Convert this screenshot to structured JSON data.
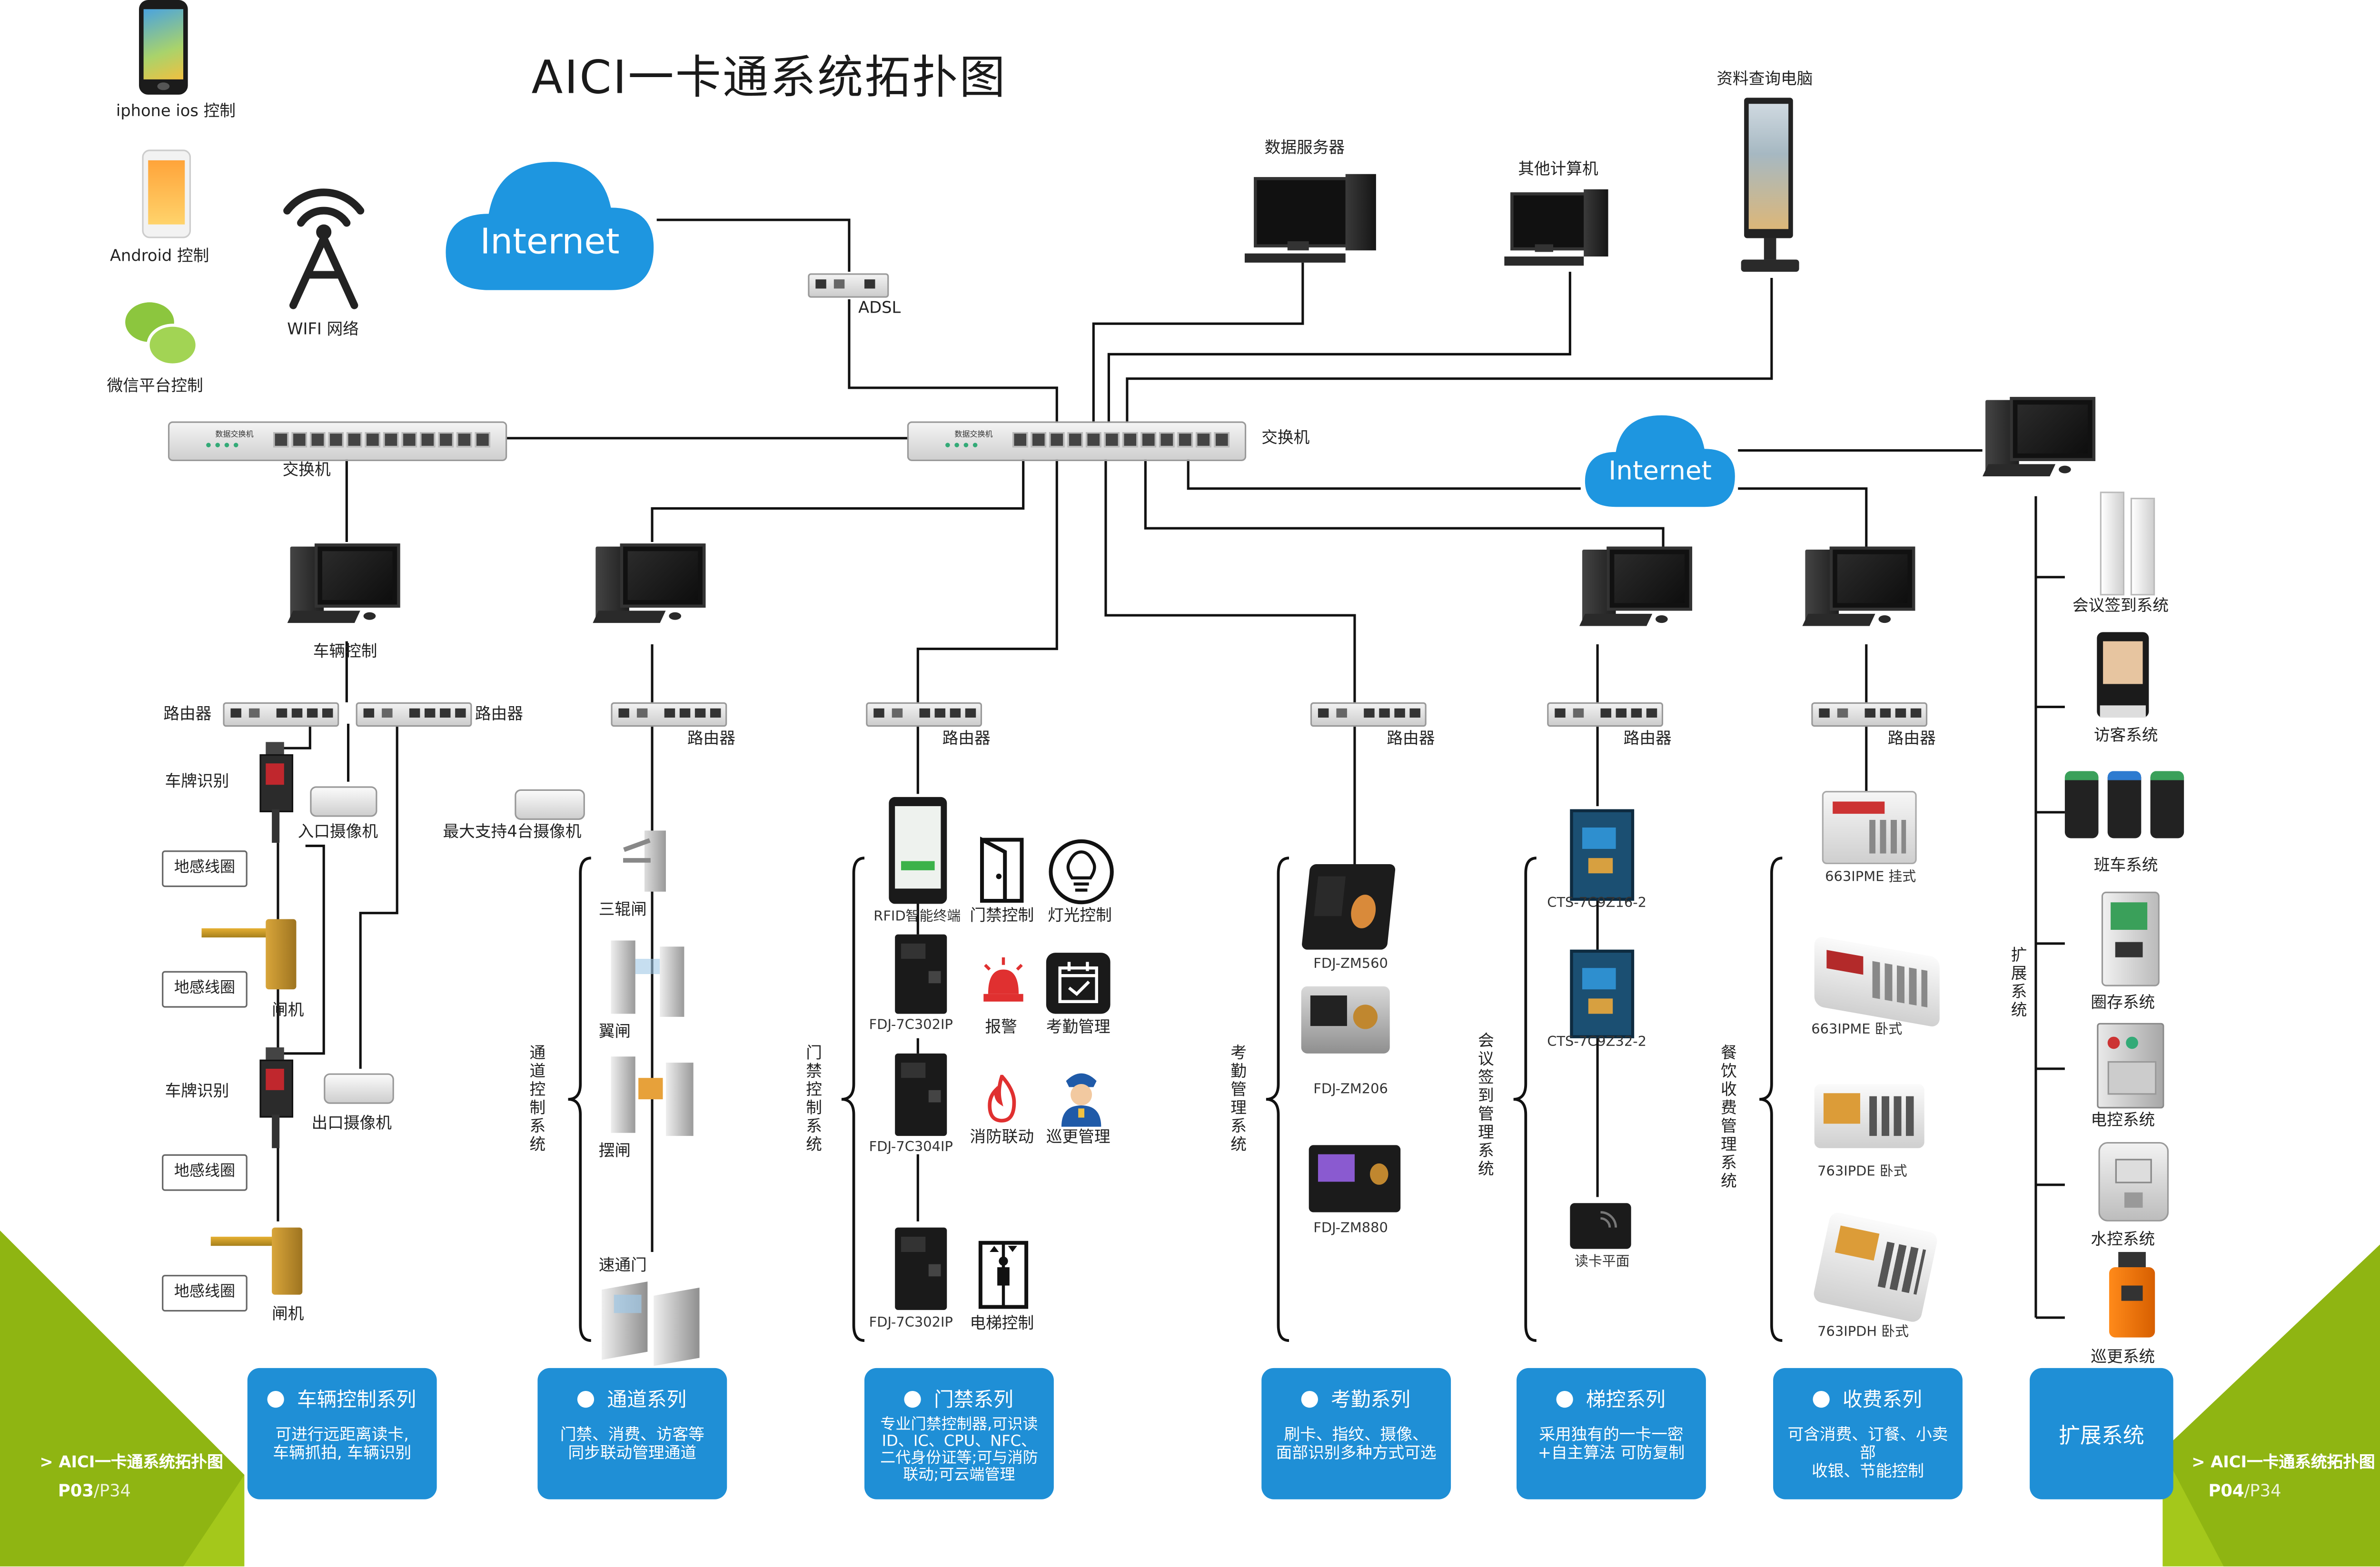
{
  "title": "AICI一卡通系统拓扑图",
  "control_apps": {
    "iphone": "iphone ios 控制",
    "android": "Android 控制",
    "wechat": "微信平台控制",
    "wifi": "WIFI 网络"
  },
  "network": {
    "internet": "Internet",
    "adsl": "ADSL",
    "switch": "交换机",
    "router": "路由器",
    "switch_brand": "数据交换机"
  },
  "servers": {
    "data_server": "数据服务器",
    "other_pc": "其他计算机",
    "kiosk": "资料查询电脑"
  },
  "vehicle": {
    "pc_label": "车辆控制",
    "plate": "车牌识别",
    "entry_cam": "入口摄像机",
    "exit_cam": "出口摄像机",
    "max_cam": "最大支持4台摄像机",
    "loop": "地感线圈",
    "gate": "闸机"
  },
  "channel": {
    "tripod": "三辊闸",
    "wing": "翼闸",
    "swing": "摆闸",
    "speed": "速通门",
    "vertical": "通道控制系统"
  },
  "access": {
    "terminal": "RFID智能终端",
    "door": "门禁控制",
    "light": "灯光控制",
    "c1": "FDJ-7C302IP",
    "alarm": "报警",
    "attendance": "考勤管理",
    "c2": "FDJ-7C304IP",
    "fire": "消防联动",
    "patrol": "巡更管理",
    "c3": "FDJ-7C302IP",
    "elevator": "电梯控制",
    "vertical": "门禁控制系统"
  },
  "attendance": {
    "m1": "FDJ-ZM560",
    "m2": "FDJ-ZM206",
    "m3": "FDJ-ZM880",
    "vertical": "考勤管理系统"
  },
  "meeting": {
    "c1": "CTS-7C9Z16-2",
    "c2": "CTS-7C9Z32-2",
    "reader": "读卡平面",
    "vertical": "会议签到管理系统"
  },
  "dining": {
    "m1": "663IPME 挂式",
    "m2": "663IPME 卧式",
    "m3": "763IPDE 卧式",
    "m4": "763IPDH 卧式",
    "vertical": "餐饮收费管理系统"
  },
  "expansion": {
    "meeting": "会议签到系统",
    "visitor": "访客系统",
    "bus": "班车系统",
    "locker": "圈存系统",
    "power": "电控系统",
    "water": "水控系统",
    "patrol": "巡更系统",
    "vertical": "扩展系统"
  },
  "boxes": [
    {
      "title": "车辆控制系列",
      "desc": [
        "可进行远距离读卡,",
        "车辆抓拍, 车辆识别"
      ]
    },
    {
      "title": "通道系列",
      "desc": [
        "门禁、消费、访客等",
        "同步联动管理通道"
      ]
    },
    {
      "title": "门禁系列",
      "desc": [
        "专业门禁控制器,可识读",
        "ID、IC、CPU、NFC、",
        "二代身份证等;可与消防",
        "联动;可云端管理"
      ]
    },
    {
      "title": "考勤系列",
      "desc": [
        "刷卡、指纹、摄像、",
        "面部识别多种方式可选"
      ]
    },
    {
      "title": "梯控系列",
      "desc": [
        "采用独有的一卡一密",
        "+自主算法 可防复制"
      ]
    },
    {
      "title": "收费系列",
      "desc": [
        "可含消费、订餐、小卖部",
        "收银、节能控制"
      ]
    },
    {
      "title": "扩展系统",
      "desc": []
    }
  ],
  "footer": {
    "left_label": "AICI一卡通系统拓扑图",
    "left_page": "P03",
    "left_total": "/P34",
    "right_label": "AICI一卡通系统拓扑图",
    "right_page": "P04",
    "right_total": "/P34"
  },
  "colors": {
    "accent_blue": "#1f8fd6",
    "cloud_blue": "#1e96e0",
    "green": "#a4c81b"
  }
}
